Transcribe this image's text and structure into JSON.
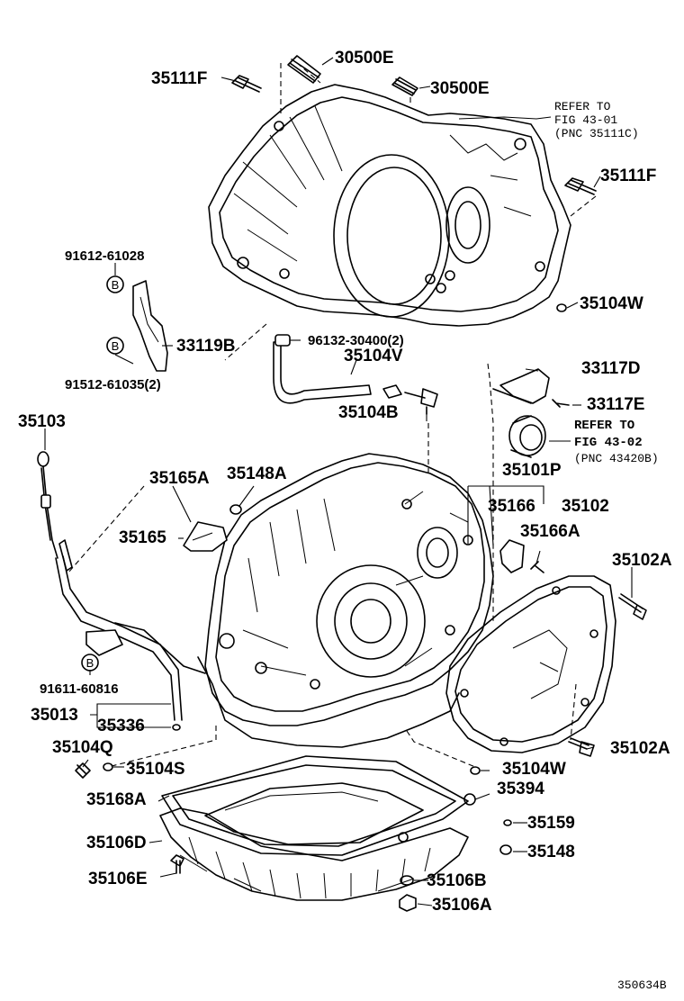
{
  "parts": {
    "p30500E_top": "30500E",
    "p30500E_right": "30500E",
    "p35111F_left": "35111F",
    "p35111F_right": "35111F",
    "p35104W_top": "35104W",
    "p91612": "91612-61028",
    "p33119B": "33119B",
    "p91512": "91512-61035(2)",
    "p96132": "96132-30400(2)",
    "p35104V": "35104V",
    "p35104B": "35104B",
    "p33117D": "33117D",
    "p33117E": "33117E",
    "p35103": "35103",
    "p35165A": "35165A",
    "p35148A": "35148A",
    "p35101P": "35101P",
    "p35166": "35166",
    "p35102": "35102",
    "p35165": "35165",
    "p35166A": "35166A",
    "p35102A_top": "35102A",
    "p91611": "91611-60816",
    "p35013": "35013",
    "p35336": "35336",
    "p35104Q": "35104Q",
    "p35104S": "35104S",
    "p35102A_bot": "35102A",
    "p35104W_bot": "35104W",
    "p35394": "35394",
    "p35168A": "35168A",
    "p35159": "35159",
    "p35106D": "35106D",
    "p35148": "35148",
    "p35106E": "35106E",
    "p35106B": "35106B",
    "p35106A": "35106A"
  },
  "notes": {
    "ref1_line1": "REFER TO",
    "ref1_line2": "FIG 43-01",
    "ref1_line3": "(PNC 35111C)",
    "ref2_line1": "REFER TO",
    "ref2_line2": "FIG 43-02",
    "ref2_line3": "(PNC 43420B)"
  },
  "bubbles": {
    "b1": "B",
    "b2": "B",
    "b3": "B"
  },
  "figure_id": "350634B"
}
